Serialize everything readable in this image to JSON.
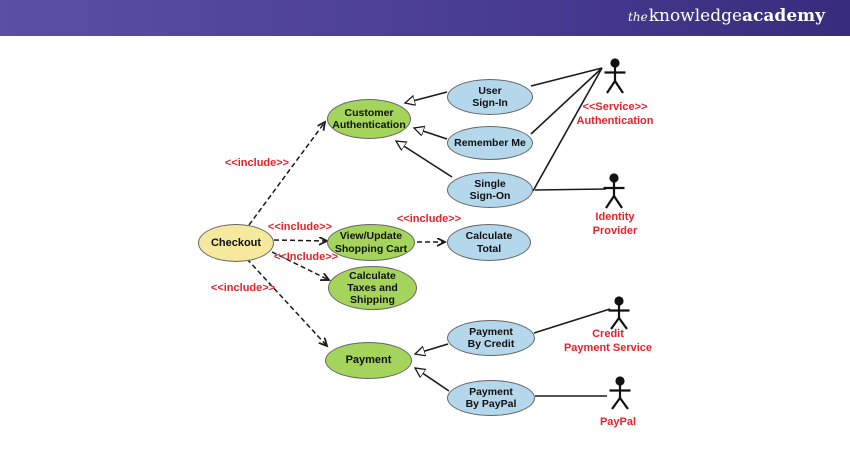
{
  "header": {
    "logo_the": "the",
    "logo_knowledge": "knowledge",
    "logo_academy": "academy"
  },
  "colors": {
    "header_gradient_left": "#5a4fa2",
    "header_gradient_right": "#372c7c",
    "use_case_green": "#a5d45c",
    "use_case_blue": "#b4d7eb",
    "use_case_yellow": "#f6e89c",
    "stereotype_red": "#e8212b",
    "line_black": "#1a1a1a"
  },
  "diagram": {
    "type": "uml-use-case",
    "use_cases": [
      {
        "id": "checkout",
        "label": "Checkout"
      },
      {
        "id": "customer-authentication",
        "label": "Customer\nAuthentication"
      },
      {
        "id": "user-sign-in",
        "label": "User\nSign-In"
      },
      {
        "id": "remember-me",
        "label": "Remember Me"
      },
      {
        "id": "single-sign-on",
        "label": "Single\nSign-On"
      },
      {
        "id": "view-update-shopping-cart",
        "label": "View/Update\nShopping Cart"
      },
      {
        "id": "calculate-total",
        "label": "Calculate\nTotal"
      },
      {
        "id": "calculate-taxes-and-shipping",
        "label": "Calculate\nTaxes and\nShipping"
      },
      {
        "id": "payment",
        "label": "Payment"
      },
      {
        "id": "payment-by-credit",
        "label": "Payment\nBy Credit"
      },
      {
        "id": "payment-by-paypal",
        "label": "Payment\nBy PayPal"
      }
    ],
    "include_labels": [
      {
        "text": "<<include>>"
      },
      {
        "text": "<<include>>"
      },
      {
        "text": "<<Include>>"
      },
      {
        "text": "<<include>>"
      },
      {
        "text": "<<include>>"
      }
    ],
    "actors": [
      {
        "id": "service-authentication",
        "label": "<<Service>>\nAuthentication"
      },
      {
        "id": "identity-provider",
        "label": "Identity\nProvider"
      },
      {
        "id": "credit-payment-service",
        "label": "Credit\nPayment Service"
      },
      {
        "id": "paypal",
        "label": "PayPal"
      }
    ]
  }
}
